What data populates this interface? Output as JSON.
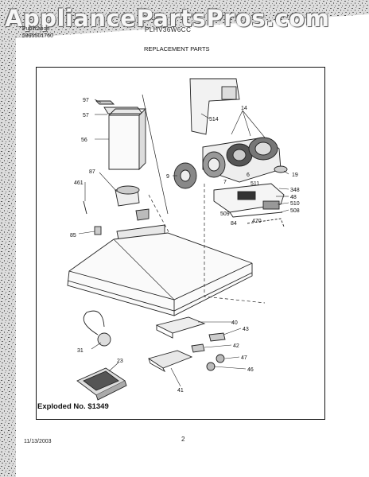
{
  "watermark": "AppliancePartsPros.com",
  "header": {
    "left_line1": "Publication",
    "left_line2": "5995501760",
    "model": "PLHV36W6CC",
    "title": "REPLACEMENT PARTS"
  },
  "diagram": {
    "labels": {
      "p97": "97",
      "p57": "57",
      "p56": "56",
      "p87": "87",
      "p461": "461",
      "p85": "85",
      "p514": "514",
      "p14": "14",
      "p9": "9",
      "p6": "6",
      "p511": "511",
      "p7": "7",
      "p19": "19",
      "p348": "348",
      "p48": "48",
      "p510": "510",
      "p509": "509",
      "p508": "508",
      "p84": "84",
      "p470": "470",
      "p40": "40",
      "p43": "43",
      "p42": "42",
      "p47": "47",
      "p46": "46",
      "p31": "31",
      "p23": "23",
      "p41": "41"
    }
  },
  "exploded_label": "Exploded No. $1349",
  "footer": {
    "date": "11/13/2003",
    "page": "2"
  }
}
